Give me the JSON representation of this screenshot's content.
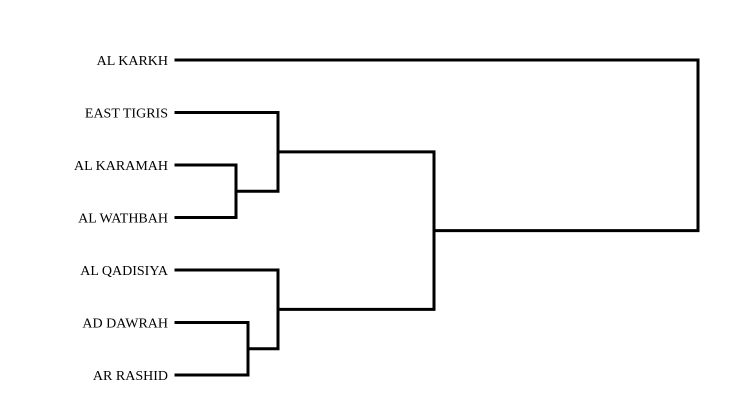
{
  "diagram": {
    "type": "dendrogram",
    "orientation": "horizontal",
    "leaves": [
      "AL KARKH",
      "EAST TIGRIS",
      "AL KARAMAH",
      "AL WATHBAH",
      "AL QADISIYA",
      "AD DAWRAH",
      "AR RASHID"
    ],
    "merges": [
      {
        "id": "m1",
        "children": [
          "AL KARAMAH",
          "AL WATHBAH"
        ],
        "height": 1
      },
      {
        "id": "m2",
        "children": [
          "AD DAWRAH",
          "AR RASHID"
        ],
        "height": 1.2
      },
      {
        "id": "m3",
        "children": [
          "EAST TIGRIS",
          "m1"
        ],
        "height": 1.7
      },
      {
        "id": "m4",
        "children": [
          "AL QADISIYA",
          "m2"
        ],
        "height": 1.7
      },
      {
        "id": "m5",
        "children": [
          "m3",
          "m4"
        ],
        "height": 4.3
      },
      {
        "id": "m6",
        "children": [
          "AL KARKH",
          "m5"
        ],
        "height": 8.7
      }
    ],
    "line_color": "#000000"
  }
}
